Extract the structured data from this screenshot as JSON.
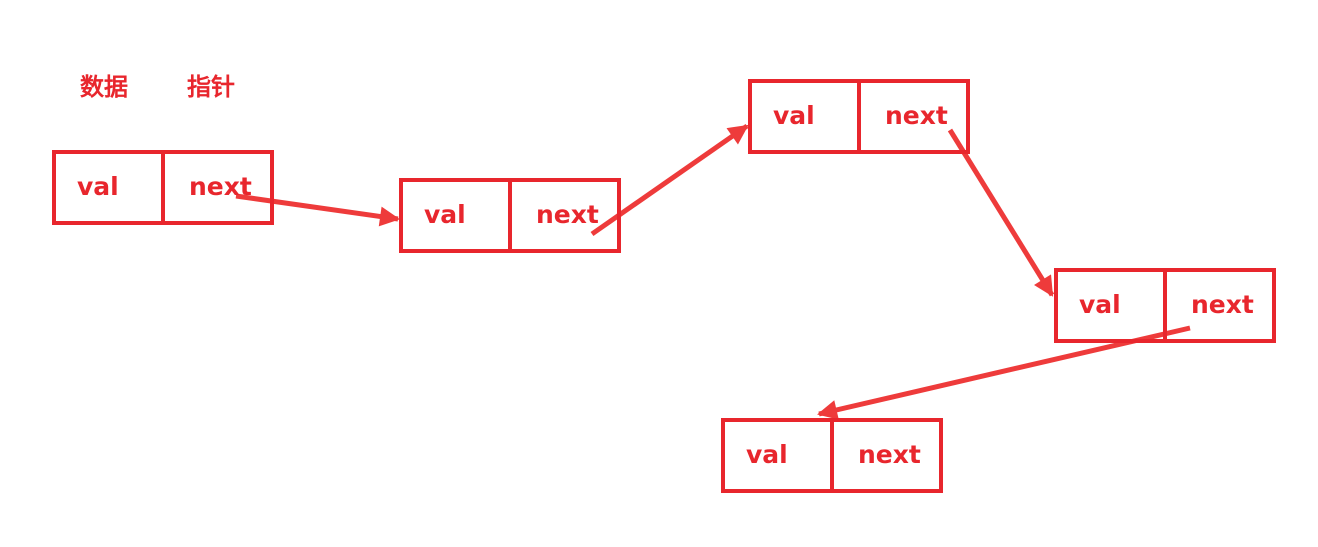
{
  "legend": {
    "data_label": "数据",
    "pointer_label": "指针"
  },
  "nodes": [
    {
      "val_label": "val",
      "next_label": "next"
    },
    {
      "val_label": "val",
      "next_label": "next"
    },
    {
      "val_label": "val",
      "next_label": "next"
    },
    {
      "val_label": "val",
      "next_label": "next"
    },
    {
      "val_label": "val",
      "next_label": "next"
    }
  ],
  "colors": {
    "box_stroke": "#e8262d",
    "arrow": "#ee3b3b",
    "text": "#e8262d",
    "background": "#ffffff"
  }
}
